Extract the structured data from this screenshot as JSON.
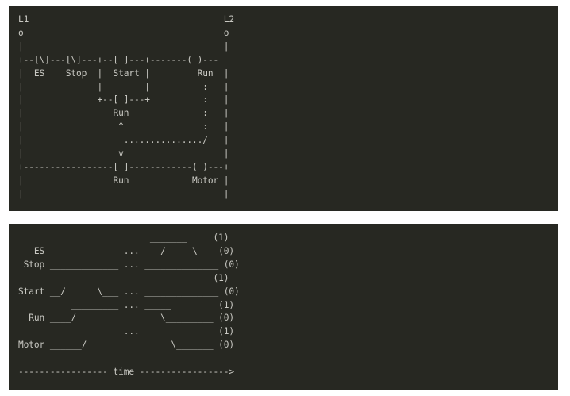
{
  "ladder_diagram": {
    "lines": [
      "L1                                     L2",
      "o                                      o",
      "|                                      |",
      "+--[\\]---[\\]---+--[ ]---+-------( )---+",
      "|  ES    Stop  |  Start |         Run  |",
      "|              |        |          :   |",
      "|              +--[ ]---+          :   |",
      "|                 Run              :   |",
      "|                  ^               :   |",
      "|                  +.............../   |",
      "|                  v                   |",
      "+-----------------[ ]------------( )---+",
      "|                 Run            Motor |",
      "|                                      |"
    ]
  },
  "timing_diagram": {
    "lines": [
      "                         _______     (1)",
      "   ES _____________ ... ___/     \\___ (0)",
      " Stop _____________ ... ______________ (0)",
      "        _______                      (1)",
      "Start __/      \\___ ... ______________ (0)",
      "          _________ ... _____         (1)",
      "  Run ____/                \\_________ (0)",
      "            _______ ... ______        (1)",
      "Motor ______/                \\_______ (0)",
      "",
      "----------------- time -----------------&gt;"
    ]
  }
}
